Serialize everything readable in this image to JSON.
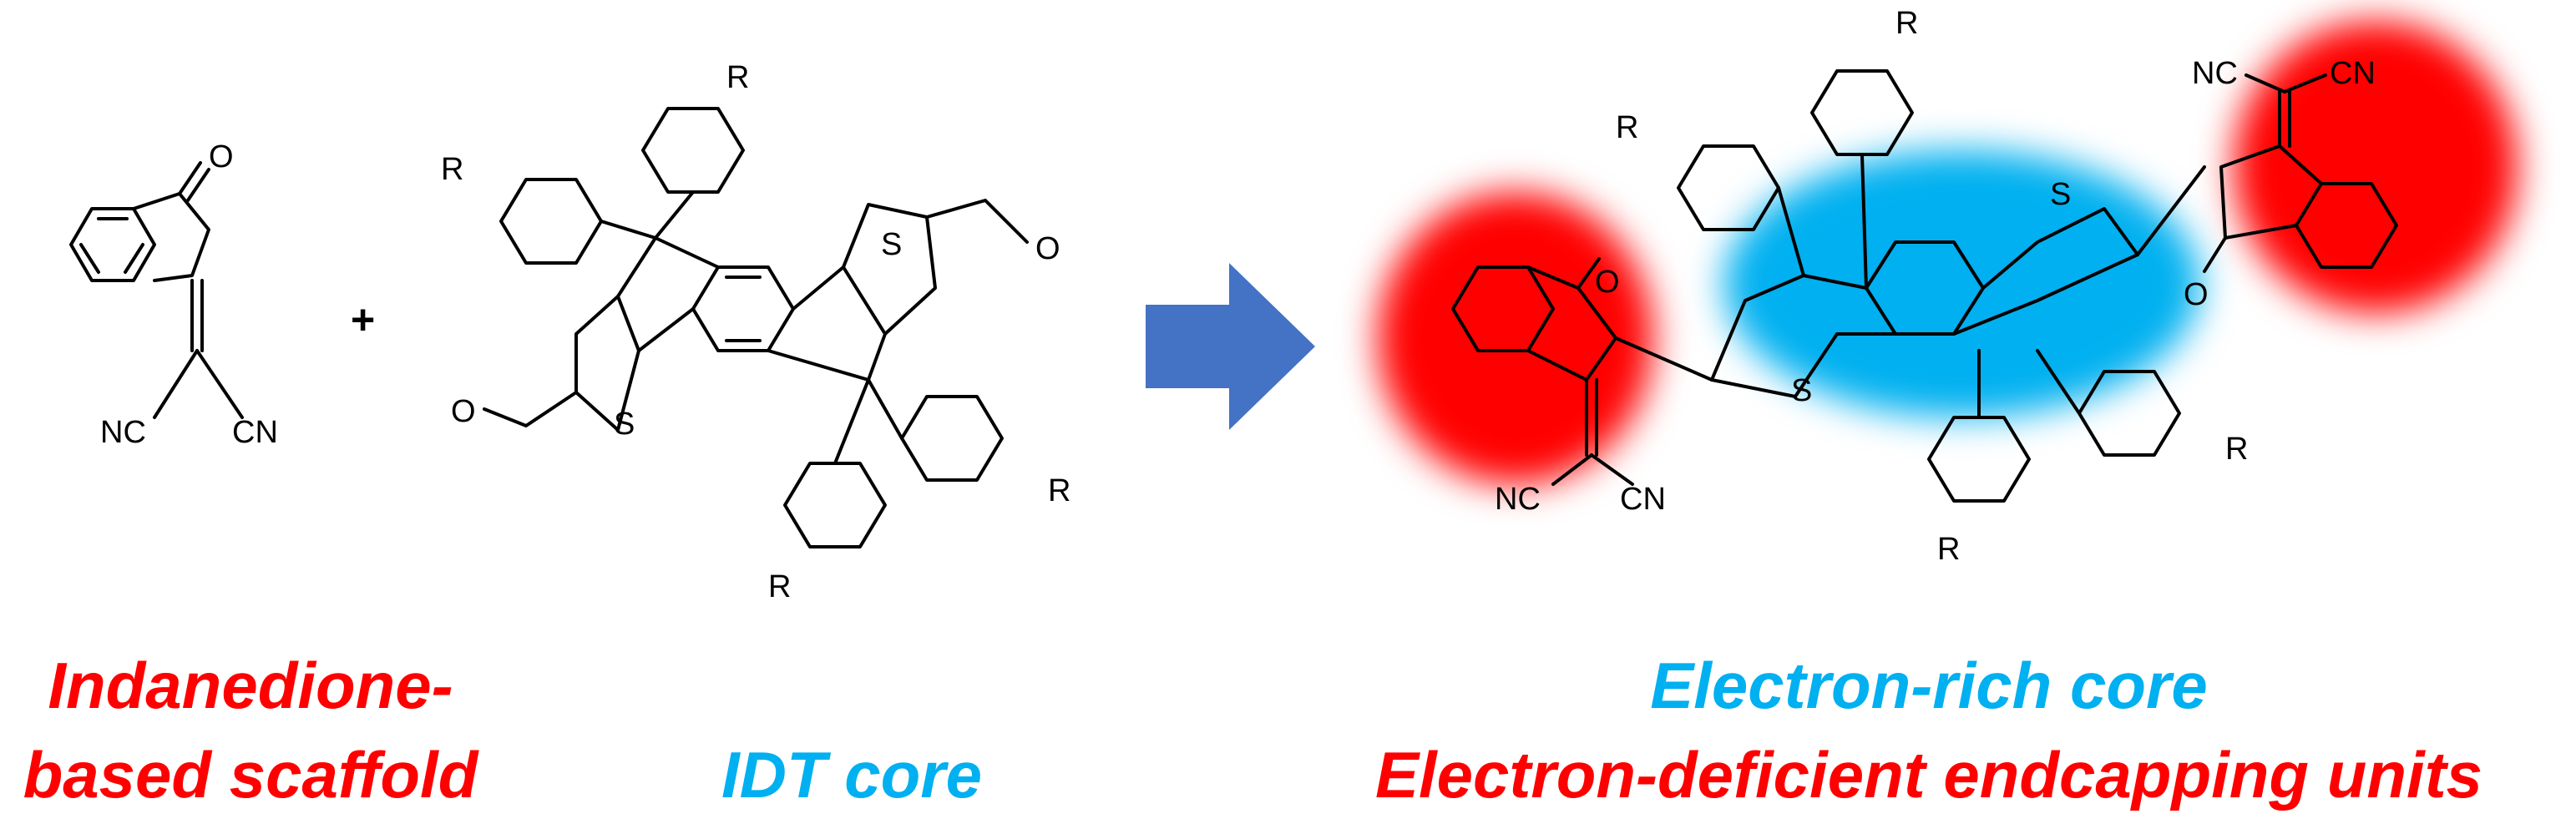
{
  "labels": {
    "reactant1_line1": "Indanedione-",
    "reactant1_line2": "based scaffold",
    "reactant2": "IDT core",
    "product_line1": "Electron-rich core",
    "product_line2": "Electron-deficient endcapping units",
    "plus": "+"
  },
  "atoms": {
    "oxygen": "O",
    "sulfur": "S",
    "nitrile": "CN",
    "nitrile_left": "NC",
    "r_group": "R"
  },
  "colors": {
    "acceptor": "#ff0000",
    "donor": "#00b0f0",
    "arrow": "#4472c4"
  }
}
